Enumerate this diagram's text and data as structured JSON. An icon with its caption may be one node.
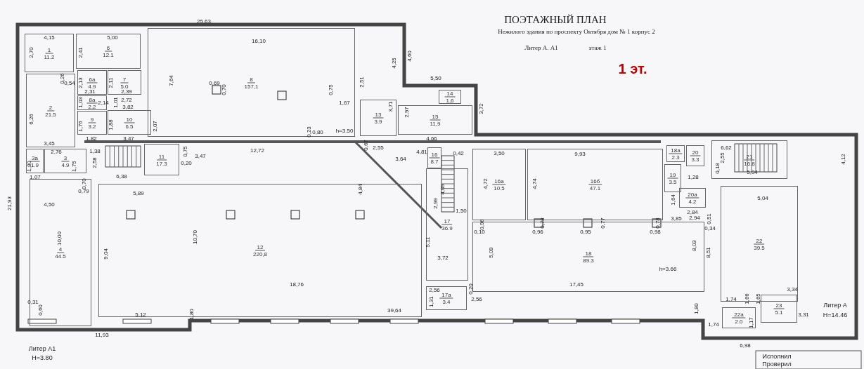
{
  "diagram": {
    "title": "ПОЭТАЖНЫЙ ПЛАН",
    "nodes": [
      {
        "text": [
          "1",
          "11.2"
        ]
      },
      {
        "text": [
          "6",
          "12.1"
        ]
      },
      {
        "text": [
          "6а",
          "4.9"
        ]
      },
      {
        "text": [
          "7",
          "5.0"
        ]
      },
      {
        "text": [
          "8",
          "157,1"
        ]
      },
      {
        "text": [
          "2",
          "21.5"
        ]
      },
      {
        "text": [
          "8а",
          "2.2"
        ]
      },
      {
        "text": [
          "9",
          "3.2"
        ]
      },
      {
        "text": [
          "10",
          "6.5"
        ]
      },
      {
        "text": [
          "13",
          "3.9"
        ]
      },
      {
        "text": [
          "14",
          "1,6"
        ]
      },
      {
        "text": [
          "15",
          "11,9"
        ]
      },
      {
        "text": [
          "3а",
          "1.9"
        ]
      },
      {
        "text": [
          "3",
          "4.9"
        ]
      },
      {
        "text": [
          "11",
          "17.3"
        ]
      },
      {
        "text": [
          "16",
          "8.7"
        ]
      },
      {
        "text": [
          "18а",
          "2.3"
        ]
      },
      {
        "text": [
          "20",
          "3.3"
        ]
      },
      {
        "text": [
          "21",
          "16.8"
        ]
      },
      {
        "text": [
          "16а",
          "10.5"
        ]
      },
      {
        "text": [
          "16б",
          "47.1"
        ]
      },
      {
        "text": [
          "19",
          "3.5"
        ]
      },
      {
        "text": [
          "20а",
          "4.2"
        ]
      },
      {
        "text": [
          "4",
          "44.5"
        ]
      },
      {
        "text": [
          "12",
          "220,8"
        ]
      },
      {
        "text": [
          "17",
          "36.9"
        ]
      },
      {
        "text": [
          "18",
          "89.3"
        ]
      },
      {
        "text": [
          "22",
          "39.5"
        ]
      },
      {
        "text": [
          "17а",
          "3.4"
        ]
      },
      {
        "text": [
          "23",
          "5.1"
        ]
      },
      {
        "text": [
          "22а",
          "2.0"
        ]
      }
    ],
    "labels": [
      "Нежилого здания по проспекту Октября дом № 1 корпус 2",
      "Литер А. А1",
      "этаж 1",
      "1 эт.",
      "25,63",
      "4,15",
      "5,00",
      "2,70",
      "2,41",
      "16,10",
      "4,60",
      "4,25",
      "7,64",
      "0,69",
      "0,70",
      "0,26",
      "0,54",
      "2,13",
      "2,11",
      "2,31",
      "2,39",
      "2,72",
      "2,14",
      "1,03",
      "1,01",
      "3,82",
      "2,51",
      "0,75",
      "1,67",
      "5,50",
      "3,71",
      "2,97",
      "3,72",
      "6,26",
      "1,76",
      "1,88",
      "2,07",
      "1,82",
      "3,47",
      "0,23",
      "0,80",
      "h=3.50",
      "4,66",
      "3,45",
      "1,38",
      "0,75",
      "0,20",
      "3,47",
      "12,72",
      "0,67",
      "2,55",
      "4,81",
      "3,64",
      "0,42",
      "3,50",
      "9,93",
      "6,62",
      "2,55",
      "4,12",
      "2,76",
      "1,80",
      "1,75",
      "2,58",
      "1,07",
      "6,38",
      "5,04",
      "0,18",
      "4,72",
      "4,74",
      "1,28",
      "1,64",
      "2,84",
      "2,94",
      "3,85",
      "5,04",
      "21,93",
      "0,70",
      "0,79",
      "4,50",
      "5,89",
      "4,84",
      "2,99",
      "4,09",
      "1,50",
      "10,70",
      "9,04",
      "10,00",
      "0,96",
      "0,10",
      "0,96",
      "0,78",
      "0,95",
      "0,77",
      "0,98",
      "0,78",
      "0,51",
      "0,34",
      "5,11",
      "5,09",
      "8,03",
      "8,51",
      "3,72",
      "h=3.66",
      "18,76",
      "17,45",
      "3,34",
      "0,31",
      "0,60",
      "2,56",
      "2,56",
      "0,20",
      "1,31",
      "39,64",
      "1,74",
      "1,66",
      "1,65",
      "1,74",
      "3,31",
      "1,17",
      "5,12",
      "1,80",
      "1,80",
      "11,93",
      "6,98",
      "Литер А1",
      "H=3.80",
      "Литер А",
      "H=14.46",
      "Исполнил",
      "Проверил"
    ]
  }
}
